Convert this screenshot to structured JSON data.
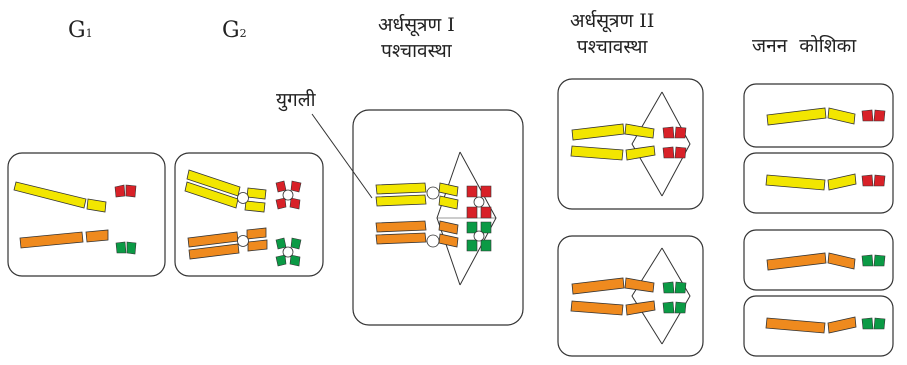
{
  "labels": {
    "g1": "G",
    "g1_sub": "1",
    "g2": "G",
    "g2_sub": "2",
    "meiosis1_line1": "अर्धसूत्रण I",
    "meiosis1_line2": "पश्चावस्था",
    "meiosis2_line1": "अर्धसूत्रण II",
    "meiosis2_line2": "पश्चावस्था",
    "germ_cells": "जनन  कोशिका",
    "bivalent": "युगली"
  },
  "colors": {
    "yellow_chromosome": "#f2e600",
    "orange_chromosome": "#ef8a1e",
    "red_chromosome": "#d82128",
    "green_chromosome": "#0b9a45",
    "outline": "#333333"
  }
}
